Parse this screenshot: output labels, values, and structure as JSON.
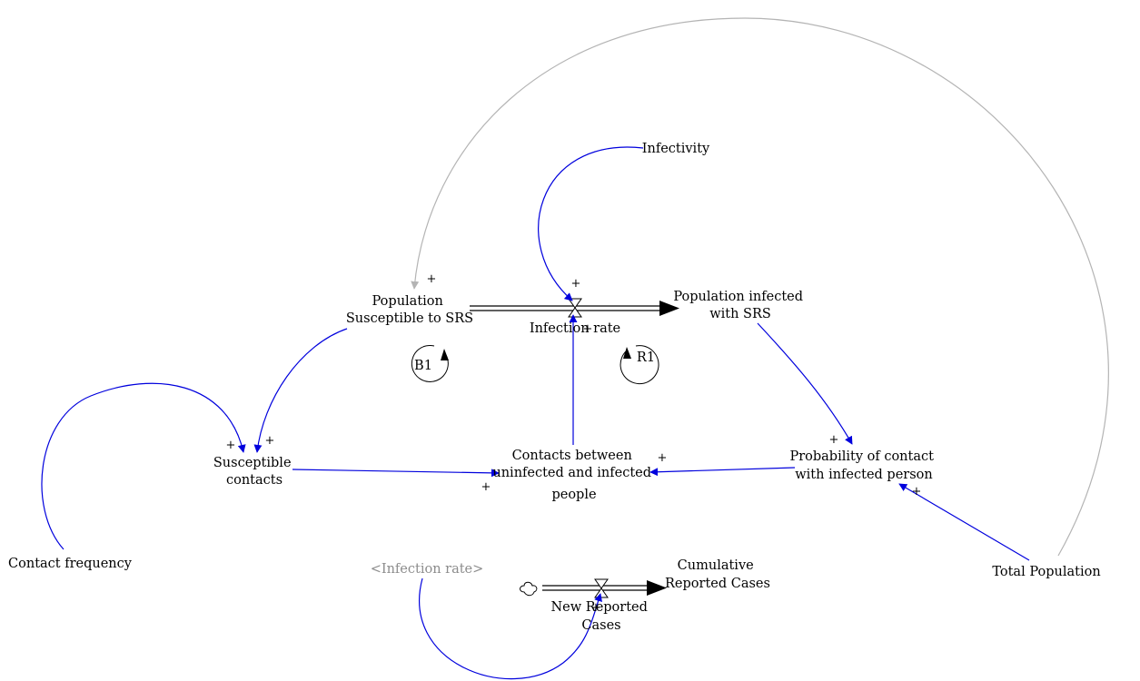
{
  "variables": {
    "population_susceptible": [
      "Population",
      "Susceptible to SRS"
    ],
    "population_infected": [
      "Population infected",
      "with SRS"
    ],
    "infectivity": "Infectivity",
    "infection_rate": "Infection rate",
    "susceptible_contacts": [
      "Susceptible",
      "contacts"
    ],
    "contacts_between": [
      "Contacts between",
      "uninfected and infected",
      "people"
    ],
    "probability_contact": [
      "Probability of contact",
      "with infected person"
    ],
    "contact_frequency": "Contact frequency",
    "total_population": "Total Population",
    "infection_rate_shadow": "<Infection rate>",
    "cumulative_reported": [
      "Cumulative",
      "Reported Cases"
    ],
    "new_reported": [
      "New Reported",
      "Cases"
    ]
  },
  "loops": {
    "balancing": "B1",
    "reinforcing": "R1"
  },
  "polarity": {
    "positive": "+"
  },
  "colors": {
    "link": "#0000dd",
    "shadow_link": "#b4b4b4",
    "shadow_text": "#8c8c8c",
    "flow_pipe": "#000000"
  }
}
